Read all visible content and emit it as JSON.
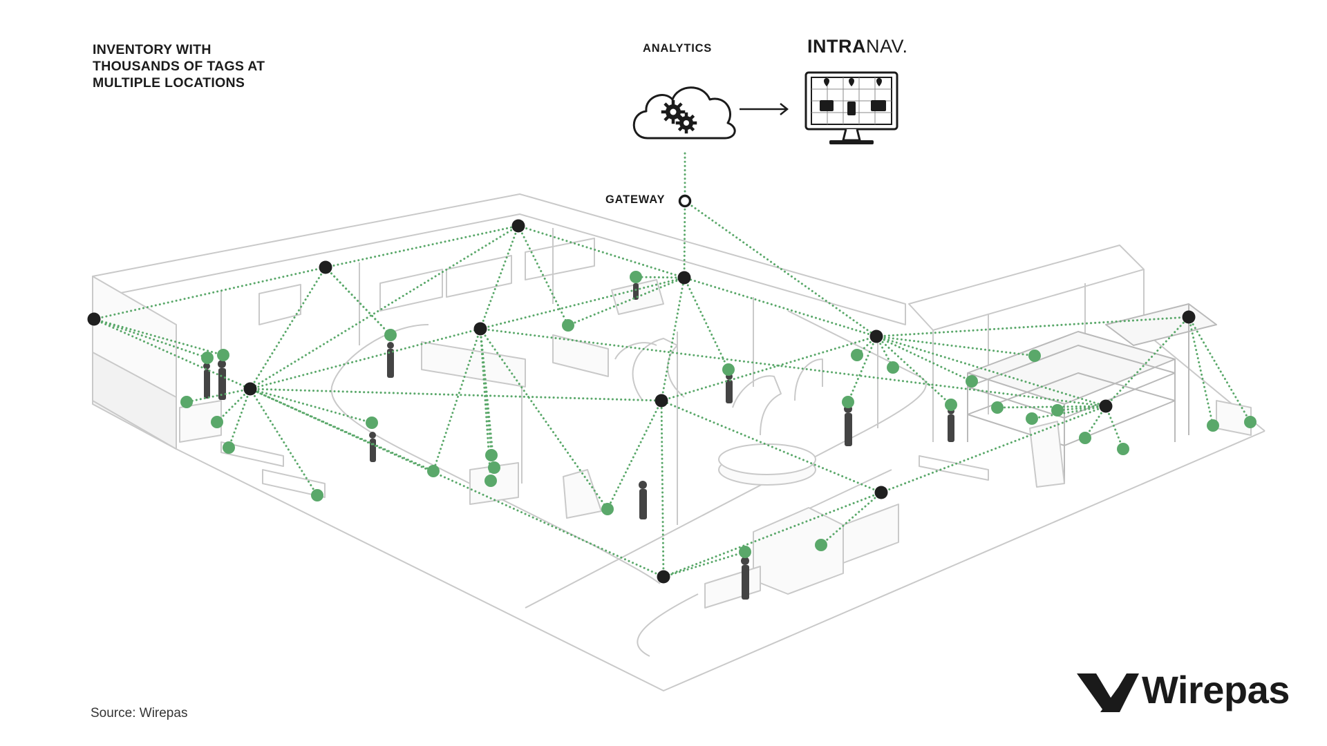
{
  "headline": {
    "line1": "INVENTORY WITH",
    "line2": "THOUSANDS OF TAGS AT",
    "line3": "MULTIPLE LOCATIONS"
  },
  "analytics_label": "ANALYTICS",
  "gateway_label": "GATEWAY",
  "intranav_logo": {
    "strong": "INTRA",
    "light": "NAV."
  },
  "brand": {
    "name": "Wirepas"
  },
  "source_note": "Source: Wirepas",
  "colors": {
    "mesh_line": "#5aa86a",
    "tag": "#5aa86a",
    "anchor": "#1f1f1f",
    "outline": "#c4c4c4",
    "text": "#1b1b1b"
  },
  "icons": [
    "cloud-gears-icon",
    "arrow-right-icon",
    "monitor-map-icon",
    "gateway-icon",
    "wirepas-logo-icon"
  ]
}
